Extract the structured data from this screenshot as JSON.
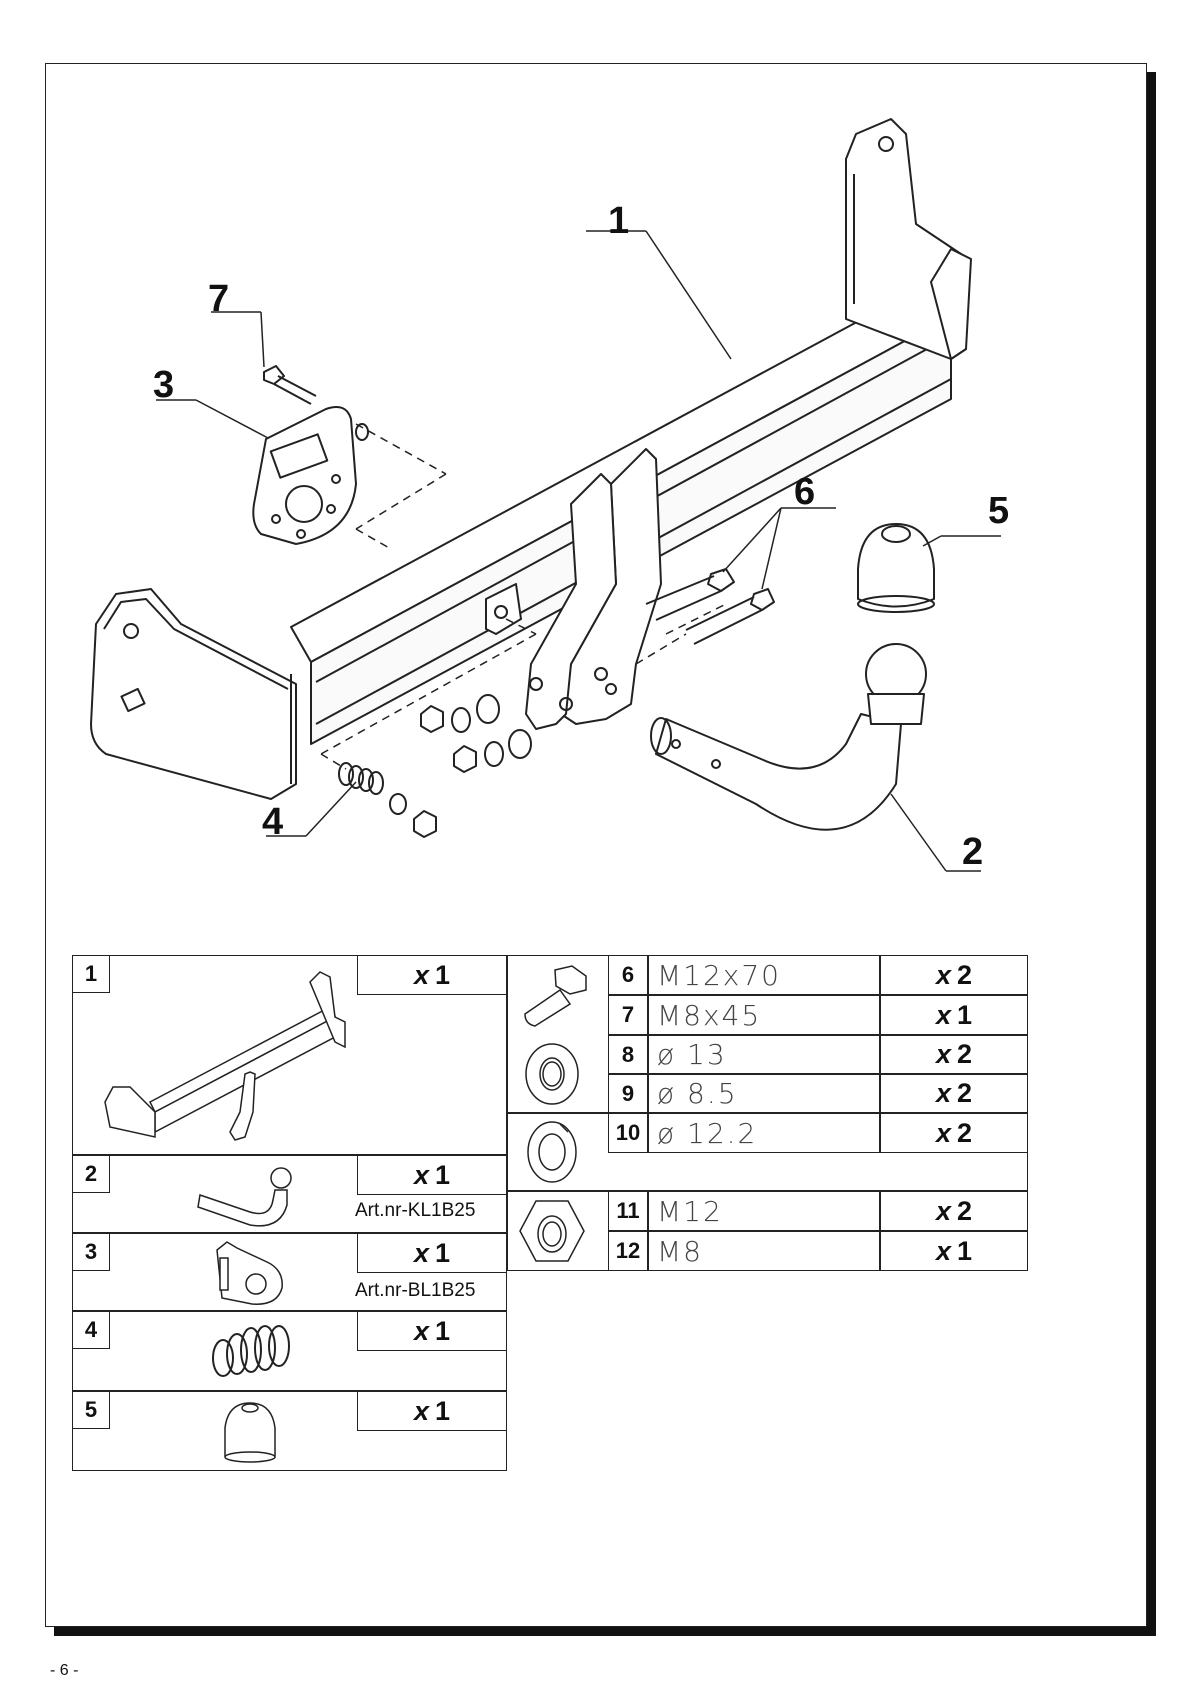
{
  "callouts": {
    "c1": "1",
    "c2": "2",
    "c3": "3",
    "c4": "4",
    "c5": "5",
    "c6": "6",
    "c7": "7"
  },
  "left_table": [
    {
      "num": "1",
      "qty_prefix": "x",
      "qty": "1",
      "art": ""
    },
    {
      "num": "2",
      "qty_prefix": "x",
      "qty": "1",
      "art": "Art.nr-KL1B25"
    },
    {
      "num": "3",
      "qty_prefix": "x",
      "qty": "1",
      "art": "Art.nr-BL1B25"
    },
    {
      "num": "4",
      "qty_prefix": "x",
      "qty": "1",
      "art": ""
    },
    {
      "num": "5",
      "qty_prefix": "x",
      "qty": "1",
      "art": ""
    }
  ],
  "right_table": [
    {
      "num": "6",
      "spec": "M12x70",
      "qty_prefix": "x",
      "qty": "2"
    },
    {
      "num": "7",
      "spec": "M8x45",
      "qty_prefix": "x",
      "qty": "1"
    },
    {
      "num": "8",
      "spec": "ø 13",
      "qty_prefix": "x",
      "qty": "2"
    },
    {
      "num": "9",
      "spec": "ø 8.5",
      "qty_prefix": "x",
      "qty": "2"
    },
    {
      "num": "10",
      "spec": "ø 12.2",
      "qty_prefix": "x",
      "qty": "2"
    },
    {
      "num": "11",
      "spec": "M12",
      "qty_prefix": "x",
      "qty": "2"
    },
    {
      "num": "12",
      "spec": "M8",
      "qty_prefix": "x",
      "qty": "1"
    }
  ],
  "page_number": "- 6 -"
}
